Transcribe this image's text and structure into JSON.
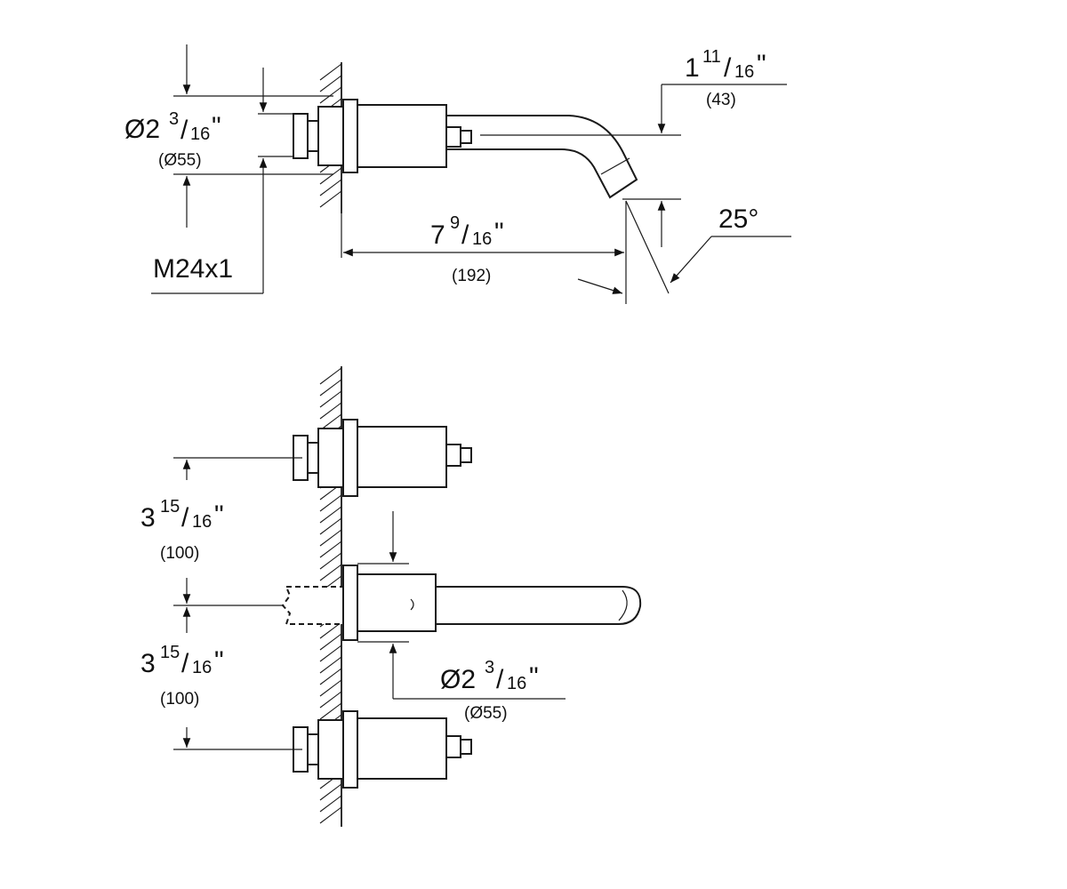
{
  "top_view": {
    "dia_label": {
      "whole": "Ø2",
      "num": "3",
      "den": "16",
      "unit": "\""
    },
    "dia_mm": "(Ø55)",
    "thread": "M24x1",
    "rise_label": {
      "whole": "1",
      "num": "11",
      "den": "16",
      "unit": "\""
    },
    "rise_mm": "(43)",
    "reach_label": {
      "whole": "7",
      "num": "9",
      "den": "16",
      "unit": "\""
    },
    "reach_mm": "(192)",
    "angle": "25°"
  },
  "front_view": {
    "spacing_upper": {
      "whole": "3",
      "num": "15",
      "den": "16",
      "unit": "\""
    },
    "spacing_upper_mm": "(100)",
    "spacing_lower": {
      "whole": "3",
      "num": "15",
      "den": "16",
      "unit": "\""
    },
    "spacing_lower_mm": "(100)",
    "dia_label": {
      "whole": "Ø2",
      "num": "3",
      "den": "16",
      "unit": "\""
    },
    "dia_mm": "(Ø55)"
  }
}
